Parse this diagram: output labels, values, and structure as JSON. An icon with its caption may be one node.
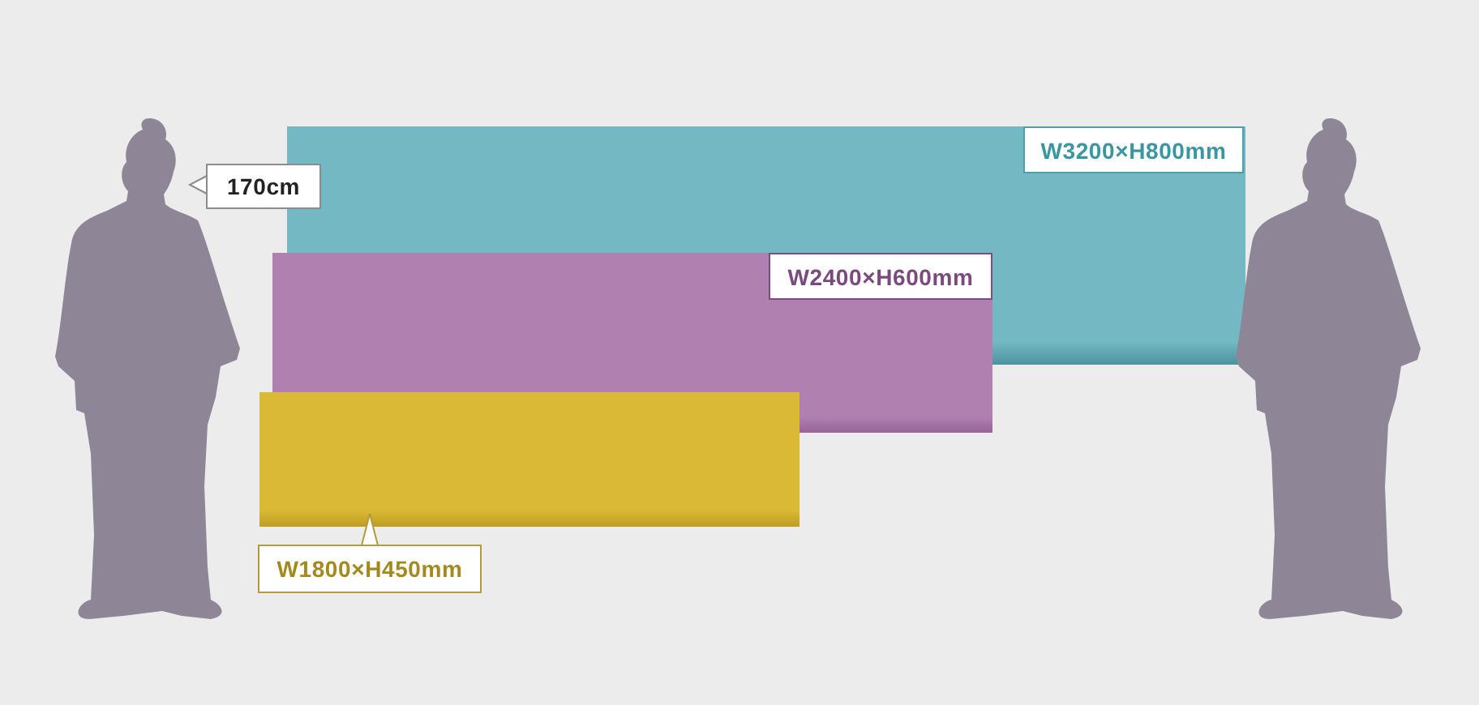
{
  "diagram": {
    "nodes": [
      {
        "text": [],
        "shape": "person"
      },
      {
        "text": [
          "170cm"
        ]
      },
      {
        "text": [],
        "shape": "box"
      },
      {
        "text": [
          "W3200×H800mm"
        ],
        "in": 2
      },
      {
        "text": [],
        "shape": "box"
      },
      {
        "text": [
          "W2400×H600mm"
        ]
      },
      {
        "text": [],
        "shape": "box"
      },
      {
        "text": [
          "W1800×H450mm"
        ]
      },
      {
        "text": [],
        "shape": "person"
      }
    ],
    "edges": [
      {
        "from": 1,
        "to": 0,
        "arrow": "none"
      },
      {
        "from": 7,
        "to": 6,
        "arrow": "none"
      }
    ]
  }
}
